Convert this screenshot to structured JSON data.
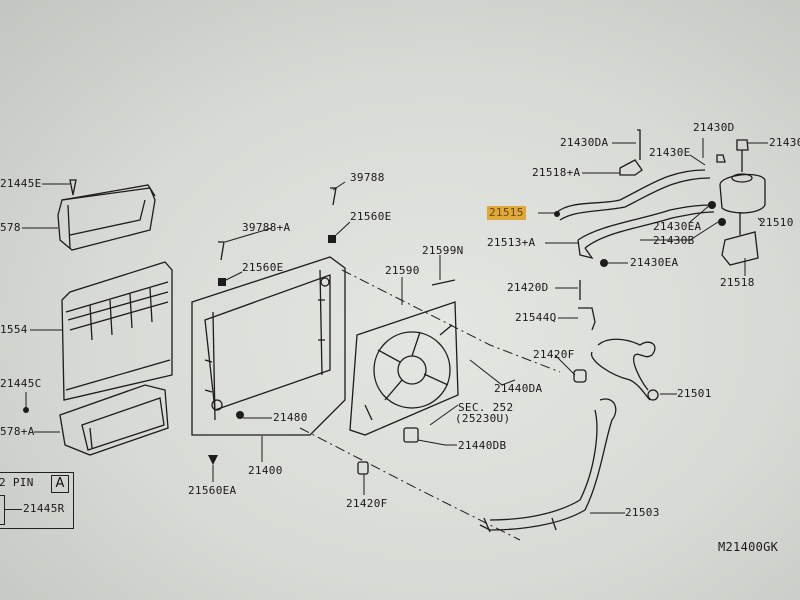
{
  "diagram": {
    "code": "M21400GK",
    "highlight_color": "#e0a83a",
    "highlighted_part": "21515",
    "labels": {
      "p21445E": "21445E",
      "p578": "578",
      "p1554": "1554",
      "p21445C": "21445C",
      "p578A": "578+A",
      "p39788": "39788",
      "p39788A": "39788+A",
      "p21560E_top": "21560E",
      "p21560E_left": "21560E",
      "p21599N": "21599N",
      "p21590": "21590",
      "p21480": "21480",
      "p21400": "21400",
      "p21560EA": "21560EA",
      "p21420F_bottom": "21420F",
      "p21440DB": "21440DB",
      "p21440DA": "21440DA",
      "sec252": "SEC. 252",
      "sec252_sub": "(25230U)",
      "p21420F_right": "21420F",
      "p21420D": "21420D",
      "p21544Q": "21544Q",
      "p21501": "21501",
      "p21503": "21503",
      "p21430DA": "21430DA",
      "p21430D": "21430D",
      "p21430": "21430",
      "p21430E": "21430E",
      "p21518A": "21518+A",
      "p21515": "21515",
      "p21513A": "21513+A",
      "p21430EA_1": "21430EA",
      "p21430B": "21430B",
      "p21430EA_2": "21430EA",
      "p21510": "21510",
      "p21518": "21518"
    },
    "inset": {
      "title": "2 PIN",
      "tag": "A",
      "part": "21445R"
    }
  }
}
